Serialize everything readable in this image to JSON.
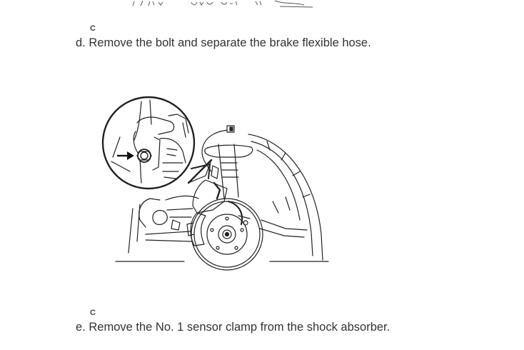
{
  "steps": [
    {
      "marker": "C",
      "letter": "d.",
      "text": "Remove the bolt and separate the brake flexible hose."
    },
    {
      "marker": "C",
      "letter": "e.",
      "text": "Remove the No. 1 sensor clamp from the shock absorber."
    }
  ],
  "figure": {
    "subject": "brake flexible hose bolt on front suspension",
    "callout_icon": "arrow-right-icon"
  }
}
